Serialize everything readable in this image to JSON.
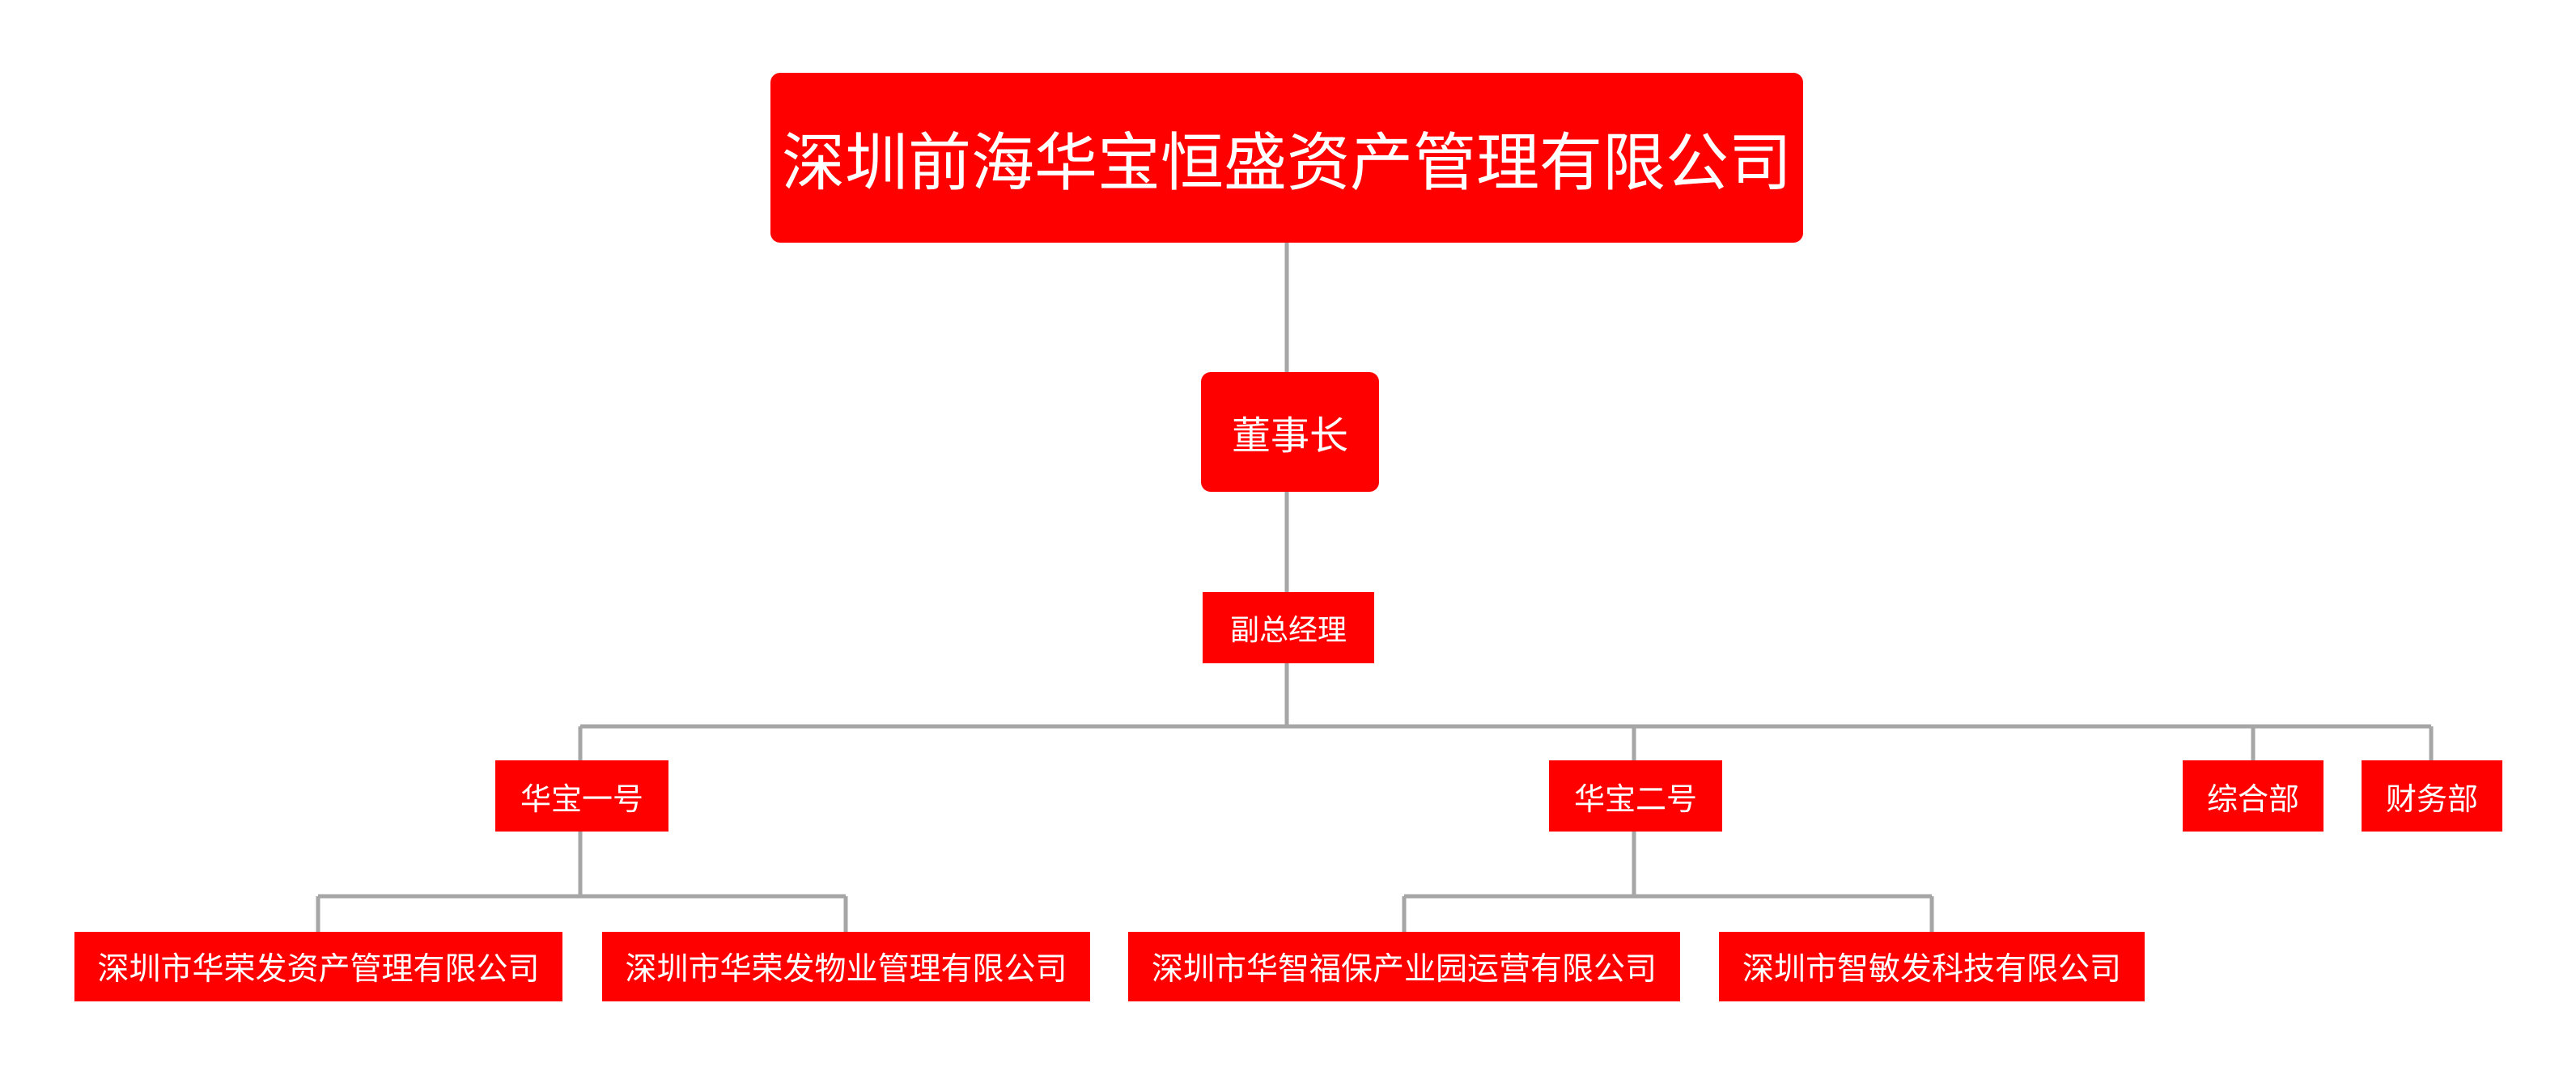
{
  "org_chart": {
    "root": {
      "label": "深圳前海华宝恒盛资产管理有限公司"
    },
    "chairman": {
      "label": "董事长"
    },
    "vice_gm": {
      "label": "副总经理"
    },
    "units": [
      {
        "label": "华宝一号"
      },
      {
        "label": "华宝二号"
      },
      {
        "label": "综合部"
      },
      {
        "label": "财务部"
      }
    ],
    "subsidiaries": [
      {
        "label": "深圳市华荣发资产管理有限公司",
        "parent": "华宝一号"
      },
      {
        "label": "深圳市华荣发物业管理有限公司",
        "parent": "华宝一号"
      },
      {
        "label": "深圳市华智福保产业园运营有限公司",
        "parent": "华宝二号"
      },
      {
        "label": "深圳市智敏发科技有限公司",
        "parent": "华宝二号"
      }
    ]
  },
  "colors": {
    "node_fill": "#ff0000",
    "node_text": "#ffffff",
    "connector": "#a6a6a6",
    "background": "#ffffff"
  }
}
